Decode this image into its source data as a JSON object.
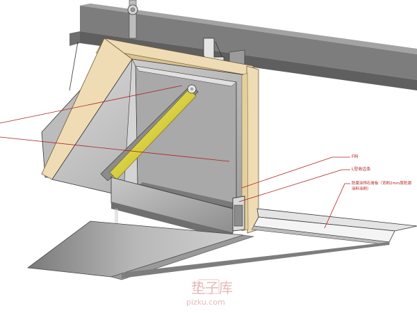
{
  "diagram": {
    "callouts": [
      {
        "id": "f-clip",
        "text": "F码"
      },
      {
        "id": "l-trim",
        "text": "L型收边条"
      },
      {
        "id": "panel-note-1",
        "text": "防腐涂饰石膏板（背刷2mm厚防潮"
      },
      {
        "id": "panel-note-2",
        "text": "涂料涂刷）"
      }
    ],
    "watermark": {
      "name": "垫子库",
      "url": "pizku.com"
    },
    "colors": {
      "leader": "#b02020",
      "tube": "#e8e060",
      "wood": "#efdcb5",
      "steel": "#8a8a8a",
      "drywall": "#cfcfcf"
    }
  }
}
